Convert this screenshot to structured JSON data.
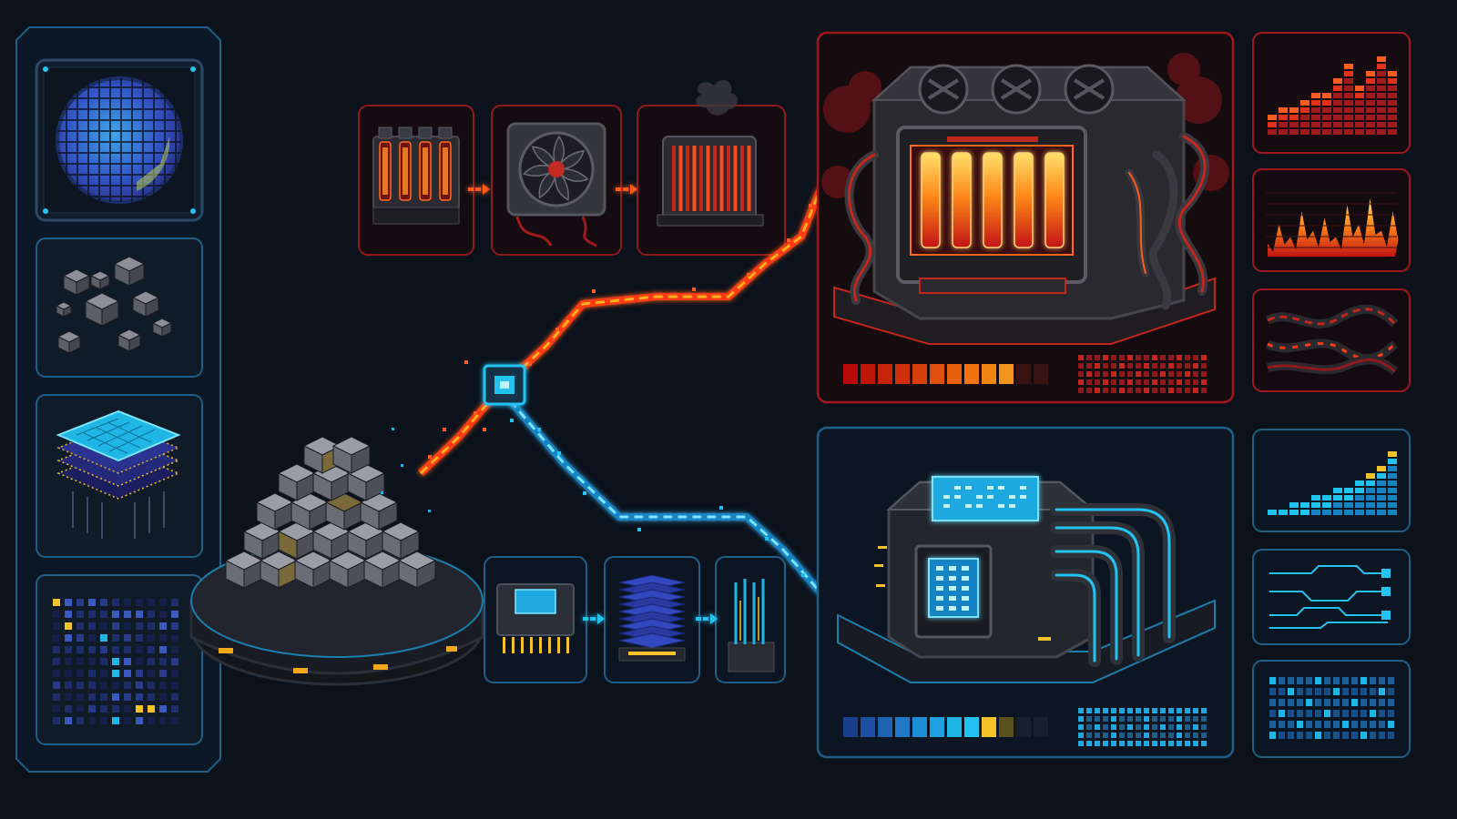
{
  "theme": {
    "background": "#0b121c",
    "panel_blue_border": "#1d5f86",
    "panel_red_border": "#a0171c",
    "hot_accent": "#ff3b14",
    "cool_accent": "#22c3f0",
    "ember": "#ffb21a",
    "chip_yellow": "#f5c22a"
  },
  "left_sidebar": {
    "tiles": [
      {
        "icon": "silicon-wafer-icon"
      },
      {
        "icon": "raw-cubes-icon"
      },
      {
        "icon": "layered-chip-icon"
      },
      {
        "icon": "pixel-matrix-icon"
      }
    ]
  },
  "hot_path": {
    "stages": [
      {
        "icon": "vacuum-tube-array-icon"
      },
      {
        "icon": "cooling-fan-icon"
      },
      {
        "icon": "heated-radiator-icon"
      }
    ],
    "machine": {
      "icon": "overheating-reactor-icon"
    },
    "heat_meter_level": 0.8
  },
  "cool_path": {
    "stages": [
      {
        "icon": "chip-module-icon"
      },
      {
        "icon": "memory-stack-icon"
      },
      {
        "icon": "connector-pins-icon"
      }
    ],
    "machine": {
      "icon": "liquid-cooled-core-icon"
    },
    "cool_meter_level": 0.7
  },
  "source": {
    "icon": "cube-pile-platform-icon"
  },
  "junction": {
    "icon": "router-node-icon"
  },
  "right_monitors": {
    "hot": [
      {
        "icon": "rising-heat-chart-icon",
        "values": [
          3,
          4,
          4,
          5,
          6,
          6,
          8,
          10,
          7,
          9,
          11,
          9
        ]
      },
      {
        "icon": "fire-graph-icon",
        "values": [
          2,
          5,
          3,
          7,
          4,
          6,
          3,
          8,
          5,
          9,
          4,
          7
        ]
      },
      {
        "icon": "tangled-cables-icon"
      }
    ],
    "cool": [
      {
        "icon": "rising-bar-chart-icon",
        "values": [
          1,
          1,
          2,
          2,
          3,
          3,
          4,
          4,
          5,
          6,
          7,
          9
        ]
      },
      {
        "icon": "signal-lines-icon"
      },
      {
        "icon": "blue-grid-icon"
      }
    ]
  }
}
